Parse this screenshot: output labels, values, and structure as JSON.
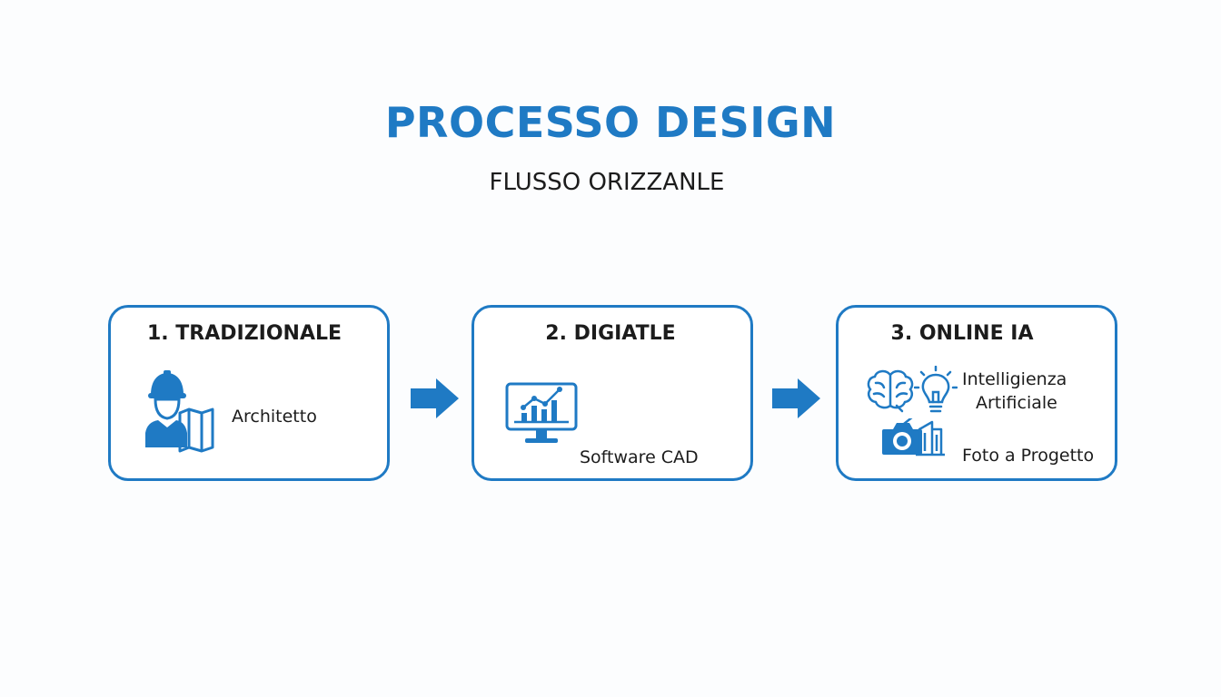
{
  "header": {
    "title": "PROCESSO DESIGN",
    "subtitle": "FLUSSO ORIZZANLE"
  },
  "steps": [
    {
      "title": "1. TRADIZIONALE",
      "labels": [
        "Architetto"
      ],
      "icons": [
        "architect-icon",
        "blueprint-icon"
      ]
    },
    {
      "title": "2. DIGIATLE",
      "labels": [
        "Software CAD"
      ],
      "icons": [
        "monitor-chart-icon"
      ]
    },
    {
      "title": "3. ONLINE IA",
      "labels": [
        "Intelligienza",
        "Artificiale",
        "Foto a Progetto"
      ],
      "icons": [
        "brain-icon",
        "lightbulb-icon",
        "camera-icon",
        "building-icon"
      ]
    }
  ],
  "colors": {
    "accent": "#1f7ac4",
    "text": "#1c1c1c",
    "background": "#fcfdfe"
  }
}
